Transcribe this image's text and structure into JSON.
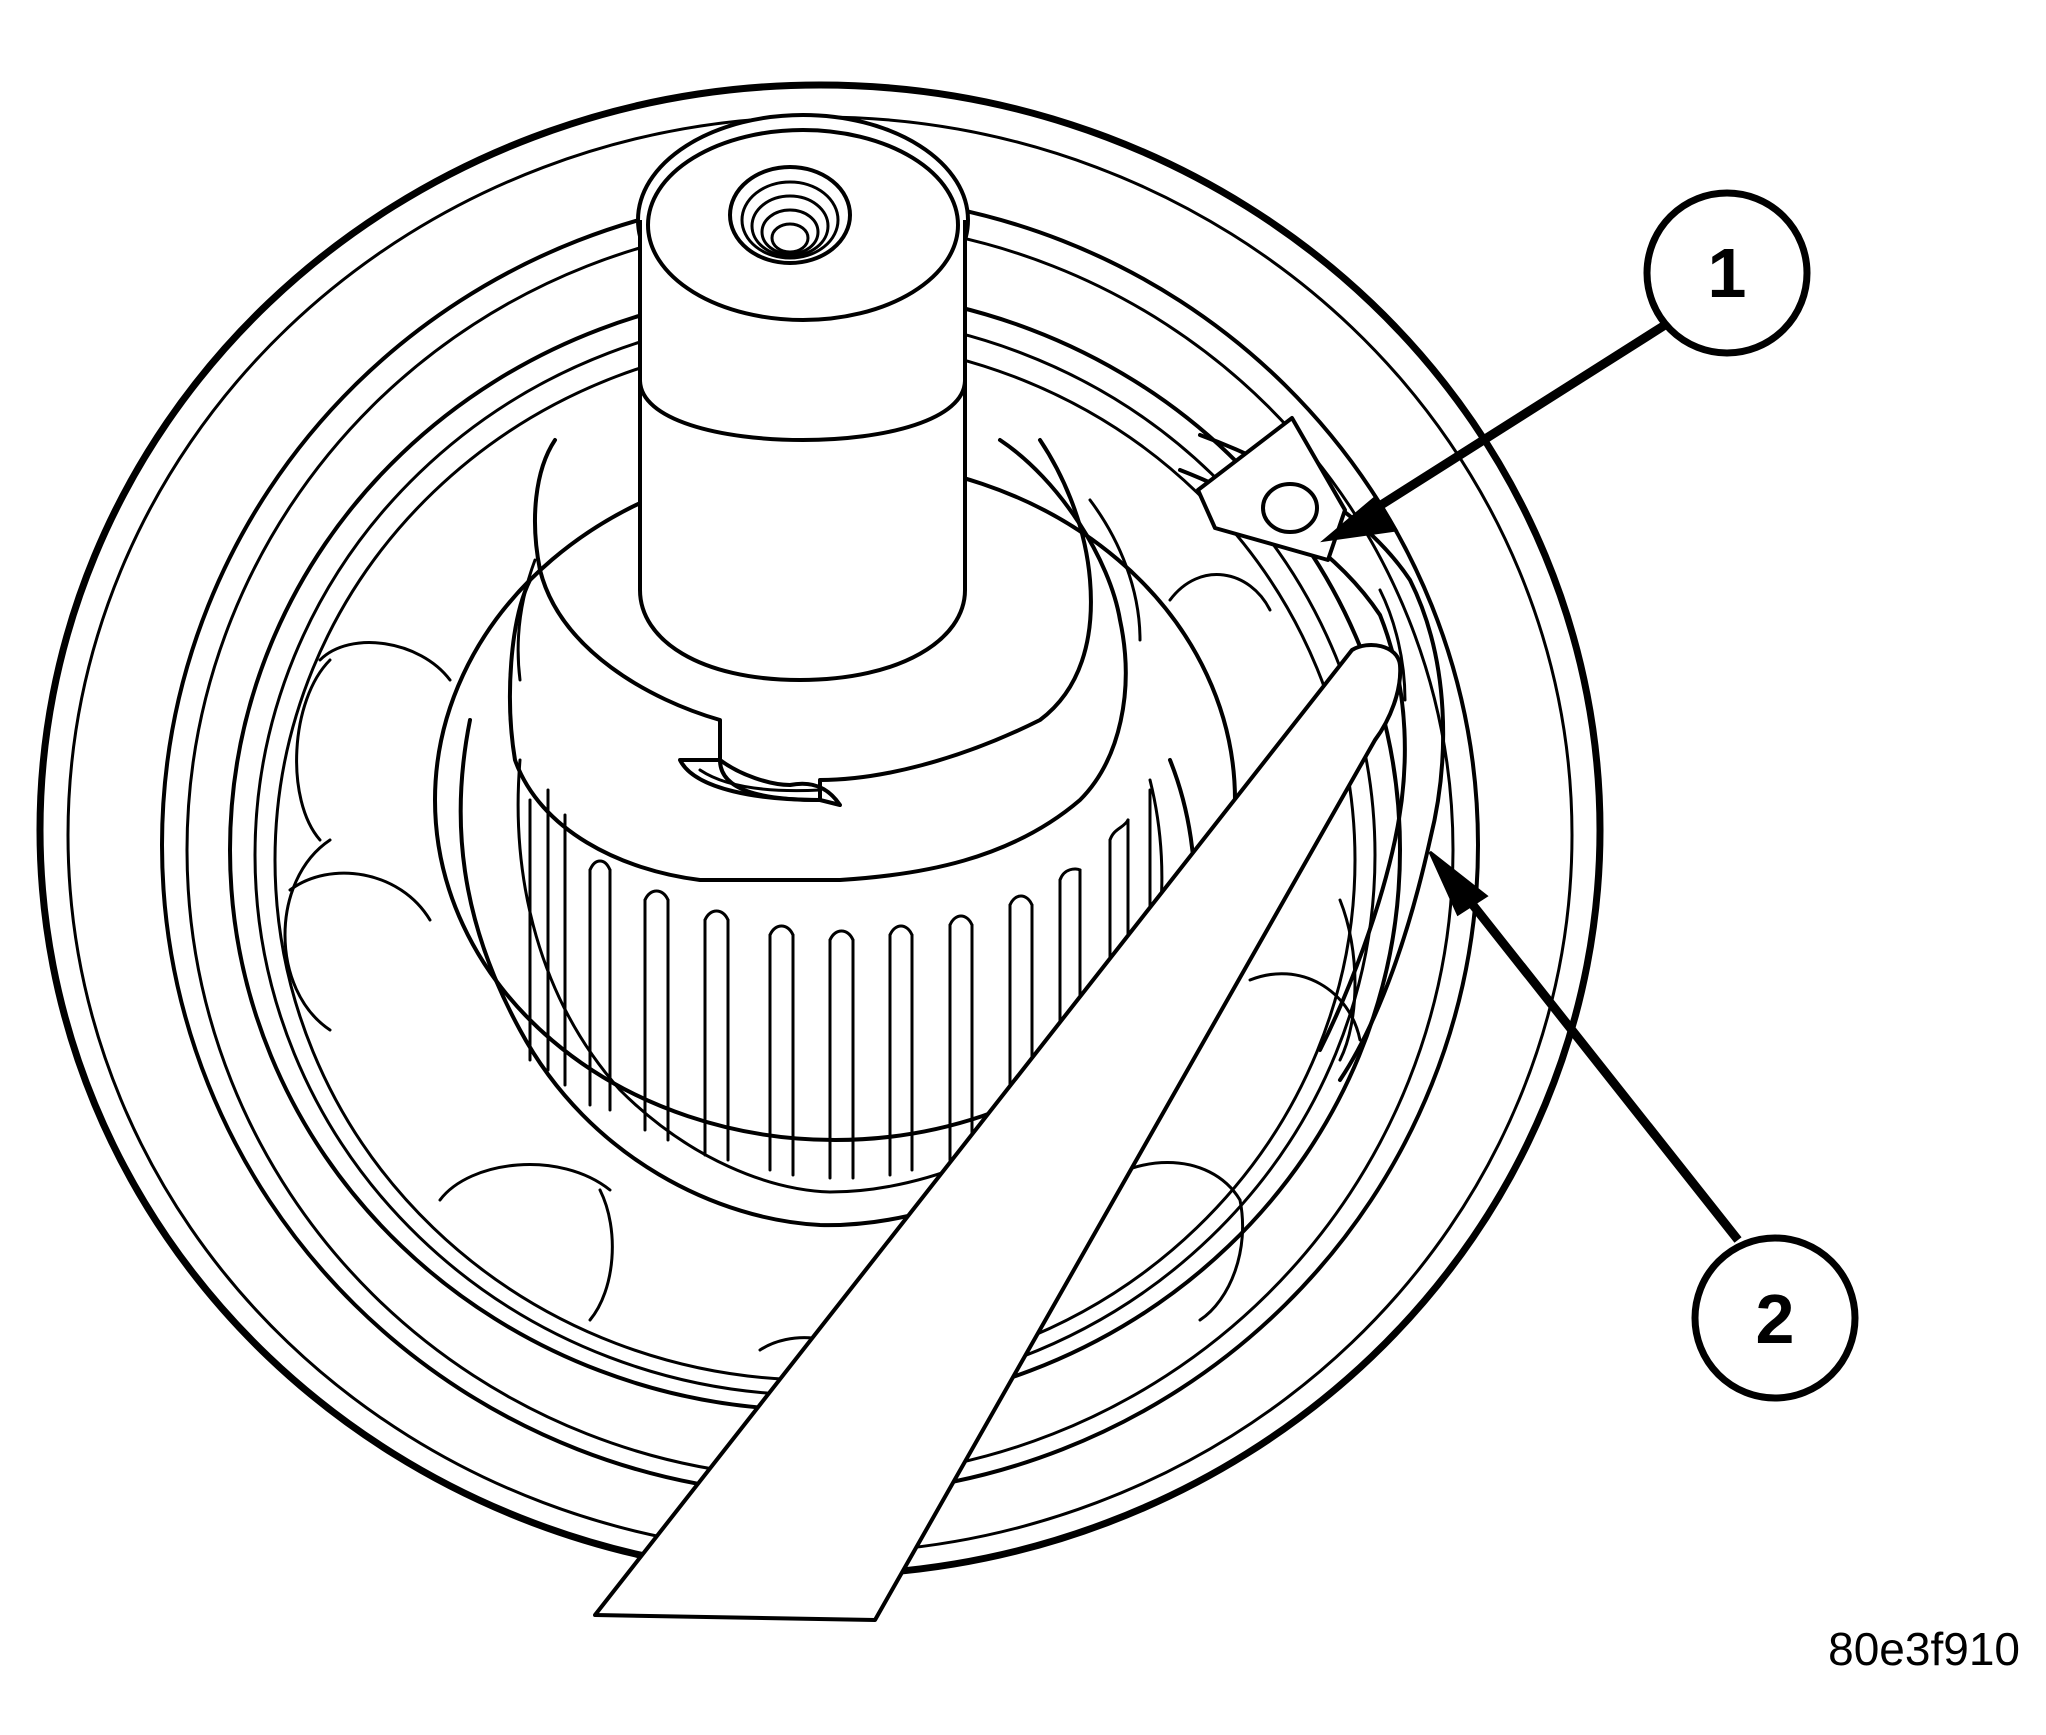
{
  "figure": {
    "callouts": [
      {
        "label": "1",
        "target": "snap-ring-ear"
      },
      {
        "label": "2",
        "target": "snap-ring"
      }
    ],
    "figure_id": "80e3f910"
  },
  "colors": {
    "ink": "#000000",
    "paper": "#ffffff"
  }
}
